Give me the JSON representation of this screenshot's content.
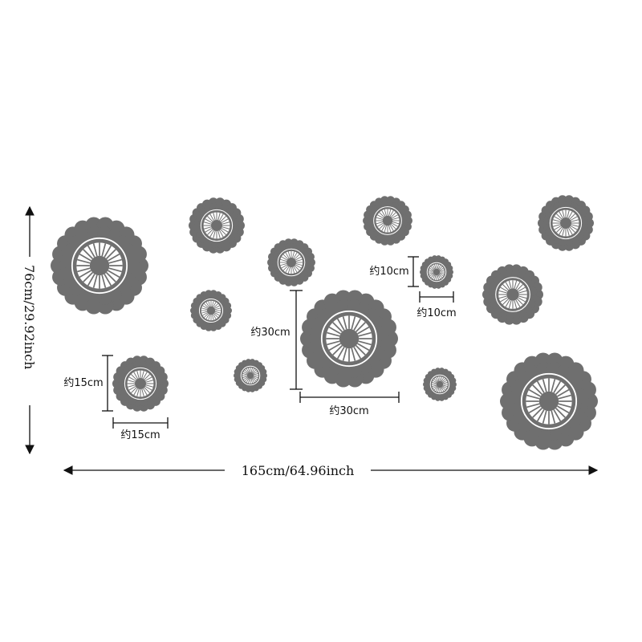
{
  "decal_color": "#6f6f6f",
  "overall": {
    "width_label": "165cm/64.96inch",
    "height_label": "76cm/29.92inch"
  },
  "measures": {
    "large_width": "约30cm",
    "large_height": "约30cm",
    "medium_width": "约15cm",
    "medium_height": "约15cm",
    "small_width": "约10cm",
    "small_height": "约10cm"
  },
  "flowers": [
    {
      "name": "flower-top-left-large"
    },
    {
      "name": "flower-top-left-medium"
    },
    {
      "name": "flower-left-small"
    },
    {
      "name": "flower-left-bottom-measured"
    },
    {
      "name": "flower-center-top-small"
    },
    {
      "name": "flower-center-bottom-small"
    },
    {
      "name": "flower-center-large-measured"
    },
    {
      "name": "flower-top-center-medium"
    },
    {
      "name": "flower-small-measured"
    },
    {
      "name": "flower-bottom-center-small"
    },
    {
      "name": "flower-top-right-medium"
    },
    {
      "name": "flower-right-medium"
    },
    {
      "name": "flower-bottom-right-large"
    }
  ]
}
